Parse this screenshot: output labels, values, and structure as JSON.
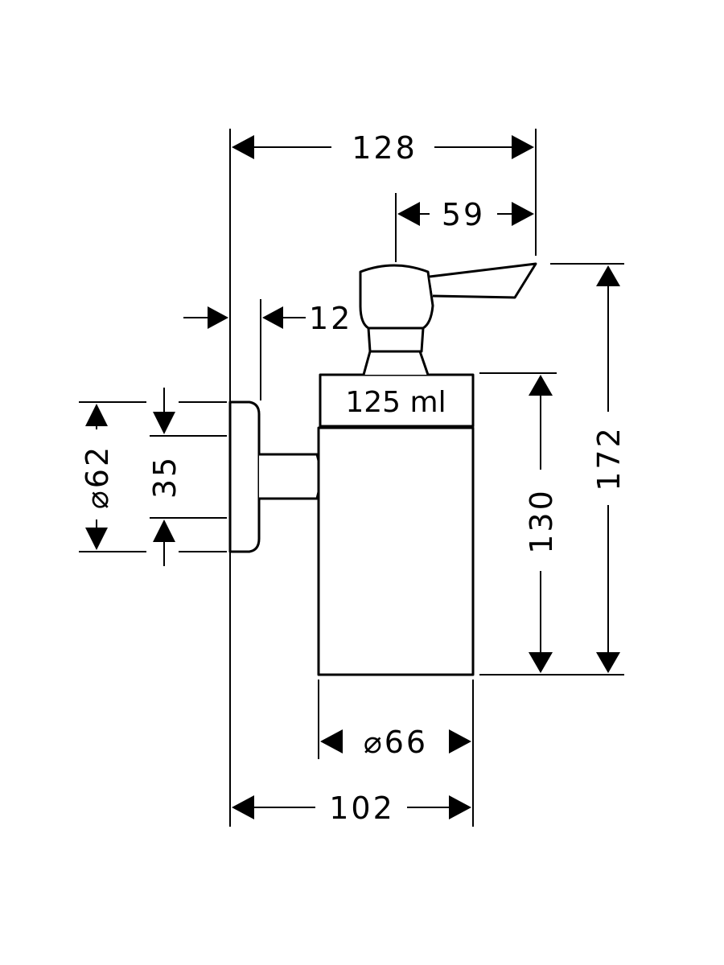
{
  "drawing": {
    "dimensions": {
      "overall_width": "128",
      "spout": "59",
      "wall_gap": "12",
      "rosette_diameter": "⌀62",
      "rosette_inner": "35",
      "container_height": "130",
      "total_height": "172",
      "container_diameter": "⌀66",
      "projection": "102"
    },
    "container_label": "125 ml"
  }
}
